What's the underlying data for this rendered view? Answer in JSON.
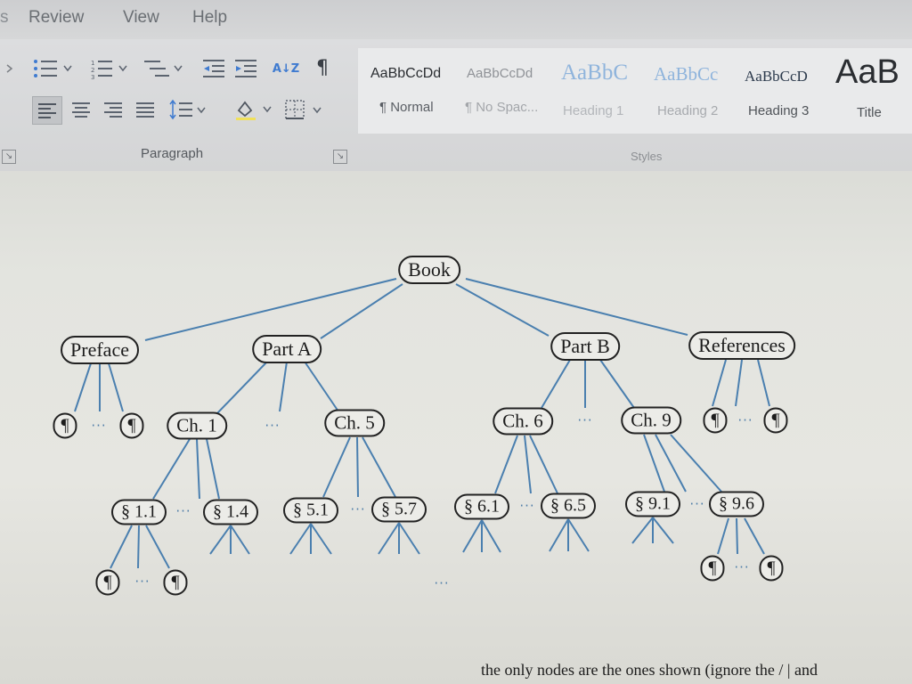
{
  "menu": {
    "tabs": [
      "Review",
      "View",
      "Help"
    ]
  },
  "ribbon": {
    "paragraph_group_label": "Paragraph",
    "styles_group_label": "Styles",
    "styles": [
      {
        "preview": "AaBbCcDd",
        "name": "¶ Normal"
      },
      {
        "preview": "AaBbCcDd",
        "name": "¶ No Spac..."
      },
      {
        "preview": "AaBbC",
        "name": "Heading 1"
      },
      {
        "preview": "AaBbCc",
        "name": "Heading 2"
      },
      {
        "preview": "AaBbCcD",
        "name": "Heading 3"
      },
      {
        "preview": "AaB",
        "name": "Title"
      }
    ],
    "sort_icon_text": "A↓Z",
    "pilcrow_icon_text": "¶"
  },
  "diagram": {
    "ellipsis": "···",
    "nodes": {
      "book": "Book",
      "preface": "Preface",
      "part_a": "Part A",
      "part_b": "Part B",
      "references": "References",
      "ch1": "Ch. 1",
      "ch5": "Ch. 5",
      "ch6": "Ch. 6",
      "ch9": "Ch. 9",
      "s1_1": "§ 1.1",
      "s1_4": "§ 1.4",
      "s5_1": "§ 5.1",
      "s5_7": "§ 5.7",
      "s6_1": "§ 6.1",
      "s6_5": "§ 6.5",
      "s9_1": "§ 9.1",
      "s9_6": "§ 9.6",
      "para": "¶"
    }
  },
  "document": {
    "bottom_text": "the only nodes are the ones shown (ignore the / | and"
  },
  "colors": {
    "edge": "#4a7faf",
    "node_border": "#222222",
    "heading_blue": "#6e9fd1"
  }
}
